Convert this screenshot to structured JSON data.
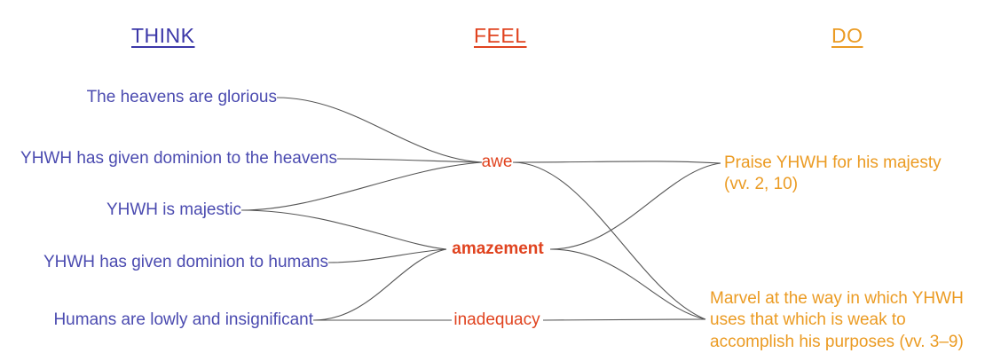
{
  "diagram": {
    "title_columns": {
      "think": "THINK",
      "feel": "FEEL",
      "do": "DO"
    },
    "colors": {
      "think": "#4b4bb0",
      "think_heading": "#3b37a8",
      "feel": "#e0431f",
      "do": "#eb9b23",
      "connector": "#555555",
      "background": "#ffffff"
    },
    "think_items": [
      {
        "id": "t1",
        "label": "The heavens are glorious"
      },
      {
        "id": "t2",
        "label": "YHWH has given dominion to the heavens"
      },
      {
        "id": "t3",
        "label": "YHWH is majestic"
      },
      {
        "id": "t4",
        "label": "YHWH has given dominion to humans"
      },
      {
        "id": "t5",
        "label": "Humans are lowly and insignificant"
      }
    ],
    "feel_items": [
      {
        "id": "f1",
        "label": "awe",
        "emphasis": "normal"
      },
      {
        "id": "f2",
        "label": "amazement",
        "emphasis": "bold"
      },
      {
        "id": "f3",
        "label": "inadequacy",
        "emphasis": "normal"
      }
    ],
    "do_items": [
      {
        "id": "d1",
        "label": "Praise YHWH for his majesty (vv. 2, 10)"
      },
      {
        "id": "d2",
        "label": "Marvel at the way in which YHWH uses that which is weak to accomplish his purposes (vv. 3–9)"
      }
    ],
    "connections": [
      {
        "from": "t1",
        "to": "f1"
      },
      {
        "from": "t2",
        "to": "f1"
      },
      {
        "from": "t3",
        "to": "f1"
      },
      {
        "from": "t3",
        "to": "f2"
      },
      {
        "from": "t4",
        "to": "f2"
      },
      {
        "from": "t5",
        "to": "f2"
      },
      {
        "from": "t5",
        "to": "f3"
      },
      {
        "from": "f1",
        "to": "d1"
      },
      {
        "from": "f1",
        "to": "d2"
      },
      {
        "from": "f2",
        "to": "d1"
      },
      {
        "from": "f2",
        "to": "d2"
      },
      {
        "from": "f3",
        "to": "d2"
      }
    ]
  }
}
